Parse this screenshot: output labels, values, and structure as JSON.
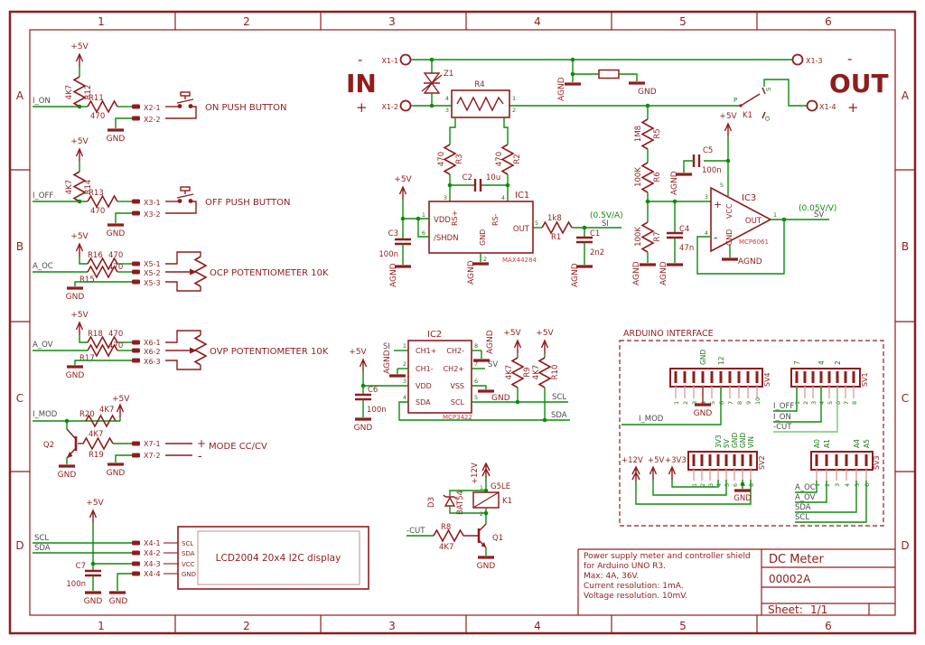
{
  "frame": {
    "cols": [
      "1",
      "2",
      "3",
      "4",
      "5",
      "6"
    ],
    "rows": [
      "A",
      "B",
      "C",
      "D"
    ]
  },
  "title_block": {
    "desc1": "Power supply meter and controller shield",
    "desc2": "for Arduino UNO R3.",
    "desc3": "Max: 4A, 36V.",
    "desc4": "Current resolution: 1mA.",
    "desc5": "Voltage resolution. 10mV.",
    "title": "DC Meter",
    "number": "00002A",
    "sheet_label": "Sheet:",
    "sheet": "1/1"
  },
  "on_btn": {
    "v5": "+5V",
    "rp_val": "4K7",
    "rp": "R12",
    "rs": "R11",
    "rs_val": "470",
    "net": "I_ON",
    "gnd": "GND",
    "pad1": "X2-1",
    "pad2": "X2-2",
    "caption": "ON PUSH BUTTON"
  },
  "off_btn": {
    "v5": "+5V",
    "rp_val": "4K7",
    "rp": "R14",
    "rs": "R13",
    "rs_val": "470",
    "net": "I_OFF",
    "gnd": "GND",
    "pad1": "X3-1",
    "pad2": "X3-2",
    "caption": "OFF PUSH BUTTON"
  },
  "ocp": {
    "v5": "+5V",
    "r1": "R16",
    "r1_val": "470",
    "r2": "R15",
    "r2_val": "470",
    "net": "A_OC",
    "gnd": "GND",
    "pad1": "X5-1",
    "pad2": "X5-2",
    "pad3": "X5-3",
    "caption": "OCP POTENTIOMETER 10K"
  },
  "ovp": {
    "v5": "+5V",
    "r1": "R18",
    "r1_val": "470",
    "r2": "R17",
    "r2_val": "470",
    "net": "A_OV",
    "gnd": "GND",
    "pad1": "X6-1",
    "pad2": "X6-2",
    "pad3": "X6-3",
    "caption": "OVP POTENTIOMETER 10K"
  },
  "mode": {
    "net": "I_MOD",
    "rp": "R20",
    "rp_val": "4K7",
    "v5": "+5V",
    "q": "Q2",
    "rb": "R19",
    "rb_val": "4K7",
    "pad1": "X7-1",
    "pad2": "X7-2",
    "plus": "+",
    "minus": "-",
    "caption": "MODE CC/CV",
    "gnd1": "GND",
    "gnd2": "GND"
  },
  "lcd": {
    "v5": "+5V",
    "scl": "SCL",
    "sda": "SDA",
    "c": "C7",
    "c_val": "100n",
    "gnd1": "GND",
    "gnd2": "GND",
    "pad1": "X4-1",
    "pad2": "X4-2",
    "pad3": "X4-3",
    "pad4": "X4-4",
    "pin1": "SCL",
    "pin2": "SDA",
    "pin3": "VCC",
    "pin4": "GND",
    "caption": "LCD2004 20x4 I2C display"
  },
  "io": {
    "in_minus": "-",
    "in": "IN",
    "in_plus": "+",
    "x11": "X1-1",
    "x12": "X1-2",
    "z1": "Z1",
    "x13": "X1-3",
    "x14": "X1-4",
    "out": "OUT",
    "out_minus": "-",
    "out_plus": "+"
  },
  "agnd_top": {
    "agnd": "AGND",
    "gnd": "GND"
  },
  "sense": {
    "r4": "R4",
    "p4": "4",
    "p3": "3",
    "p1": "1",
    "p2": "2",
    "r3": "R3",
    "r3_val": "470",
    "r2": "R2",
    "r2_val": "470",
    "c2": "C2",
    "c2_val": "10u"
  },
  "ic1": {
    "name": "IC1",
    "part": "MAX44284",
    "vdd": "VDD",
    "shdn": "/SHDN",
    "gnd": "GND",
    "rsp": "RS+",
    "rsm": "RS-",
    "out": "OUT",
    "n1": "1",
    "n6": "6",
    "n2": "2",
    "n3": "3",
    "n4": "4",
    "n5": "5",
    "v5": "+5V",
    "c3": "C3",
    "c3_val": "100n",
    "agnd1": "AGND",
    "agnd2": "AGND"
  },
  "si": {
    "r1": "R1",
    "r1_val": "1k8",
    "gain": "(0.5V/A)",
    "net": "SI",
    "c1": "C1",
    "c1_val": "2n2",
    "agnd": "AGND"
  },
  "div": {
    "r5": "R5",
    "r5_val": "1M8",
    "r6": "R6",
    "r6_val": "100K",
    "r7": "R7",
    "r7_val": "100K",
    "c4": "C4",
    "c4_val": "47n",
    "agnd1": "AGND",
    "agnd2": "AGND"
  },
  "ic3": {
    "name": "IC3",
    "part": "MCP6061",
    "vcc": "VCC",
    "gnd": "GND",
    "out": "OUT",
    "plus": "+",
    "minus": "-",
    "n3": "3",
    "n4": "4",
    "n1": "1",
    "n5": "5",
    "gain": "(0.05V/V)",
    "net": "SV",
    "v5": "+5V",
    "c5": "C5",
    "c5_val": "100n",
    "agnd1": "AGND",
    "agnd2": "AGND"
  },
  "k1top": {
    "p": "P",
    "s": "S",
    "o": "O",
    "name": "K1"
  },
  "ic2": {
    "name": "IC2",
    "part": "MCP3422",
    "ch1p": "CH1+",
    "ch1m": "CH1-",
    "vdd": "VDD",
    "sda": "SDA",
    "ch2m": "CH2-",
    "ch2p": "CH2+",
    "vss": "VSS",
    "scl": "SCL",
    "n1": "1",
    "n2": "2",
    "n3": "3",
    "n4": "4",
    "n8": "8",
    "n7": "7",
    "n6": "6",
    "n5": "5",
    "si": "SI",
    "sv": "SV",
    "agnd1": "AGND",
    "agnd2": "AGND",
    "v5": "+5V",
    "c6": "C6",
    "c6_val": "100n",
    "gnd1": "GND",
    "gnd2": "GND",
    "r9": "R9",
    "r9_val": "4K7",
    "r10": "R10",
    "r10_val": "4K7",
    "v5_r9": "+5V",
    "v5_r10": "+5V",
    "scl_net": "SCL",
    "sda_net": "SDA"
  },
  "ard": {
    "caption": "ARDUINO INTERFACE",
    "sv4": {
      "name": "SV4",
      "l_gnd": "GND",
      "l_12": "12",
      "nums": [
        "1",
        "2",
        "3",
        "4",
        "5",
        "6",
        "7",
        "8",
        "9",
        "10"
      ],
      "gnd": "GND",
      "net": "I_MOD"
    },
    "sv1": {
      "name": "SV1",
      "l7": "7",
      "l4": "4",
      "l2": "2",
      "nums": [
        "1",
        "2",
        "3",
        "4",
        "5",
        "6",
        "7",
        "8"
      ],
      "net1": "I_OFF",
      "net2": "I_ON",
      "net3": "-CUT"
    },
    "sv2": {
      "name": "SV2",
      "l1": "3V3",
      "l2": "5V",
      "l3": "GND",
      "l4": "GND",
      "l5": "VIN",
      "nums": [
        "1",
        "2",
        "3",
        "4",
        "5",
        "6",
        "7",
        "8"
      ],
      "p1": "+12V",
      "p2": "+5V",
      "p3": "+3V3",
      "gnd": "GND"
    },
    "sv3": {
      "name": "SV3",
      "l1": "A0",
      "l2": "A1",
      "l3": "A4",
      "l4": "A5",
      "nums": [
        "1",
        "2",
        "3",
        "4",
        "5",
        "6"
      ],
      "net1": "A_OC",
      "net2": "A_OV",
      "net3": "SDA",
      "net4": "SCL"
    }
  },
  "relay": {
    "v12": "+12V",
    "d3": "D3",
    "d3_part": "BAT54",
    "part": "G5LE",
    "name": "K1",
    "n1": "1",
    "n2": "2",
    "net": "-CUT",
    "r8": "R8",
    "r8_val": "4K7",
    "q": "Q1",
    "gnd": "GND"
  },
  "colors": {
    "maroon": "#8f1d1d",
    "green": "#0f8a0f",
    "gray": "#4a4a4a",
    "bright_red": "#c64040"
  }
}
